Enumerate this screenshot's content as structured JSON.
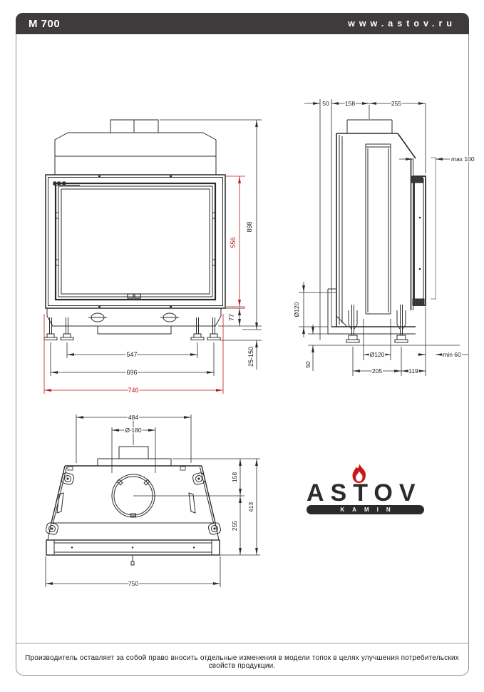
{
  "header": {
    "model": "M 700",
    "website": "www.astov.ru"
  },
  "front_view": {
    "dims": {
      "total_height": "898",
      "door_height": "556",
      "base_height": "77",
      "feet_adjust": "25-150",
      "feet_inner_span": "547",
      "feet_outer_span": "696",
      "total_width": "746"
    }
  },
  "side_view": {
    "dims": {
      "wall_gap": "50",
      "flue_center_from_back": "158",
      "depth_front": "255",
      "frame_depth_max": "max 100",
      "rear_outlet_dia": "Ø120",
      "bottom_gap": "50",
      "bottom_outlet_dia": "Ø120",
      "feet_span": "205",
      "front_foot_offset": "119",
      "clearance_min": "min 60"
    }
  },
  "top_view": {
    "dims": {
      "top_width": "484",
      "flue_dia": "Ø 180",
      "flue_center_from_back": "158",
      "front_depth": "255",
      "total_depth": "413",
      "bottom_width": "750"
    }
  },
  "logo": {
    "brand": "ASTOV",
    "subtitle": "KAMIN"
  },
  "footer": {
    "disclaimer": "Производитель оставляет за собой право вносить отдельные изменения в модели топок в целях улучшения потребительских свойств продукции."
  },
  "colors": {
    "accent_red": "#c41616",
    "header_bg": "#3f3b3c",
    "line": "#2b2b2b"
  }
}
